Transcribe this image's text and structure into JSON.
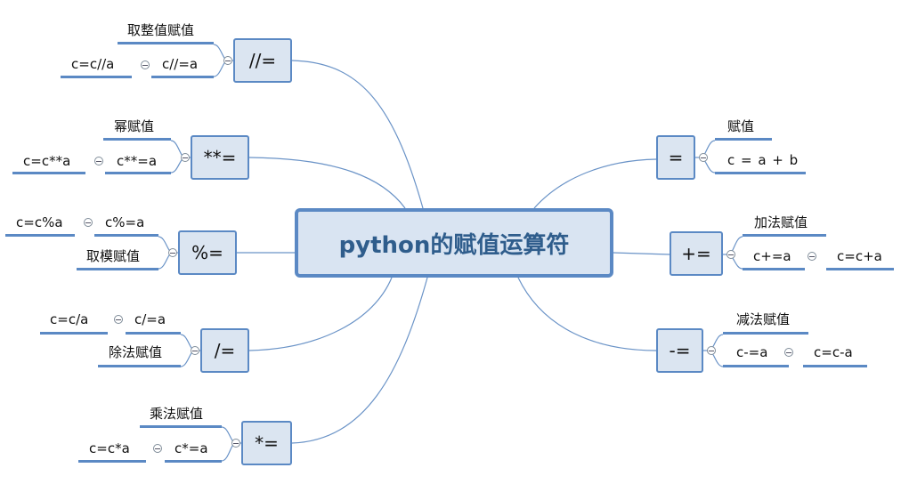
{
  "center": {
    "title": "python的赋值运算符"
  },
  "branches": {
    "floordiv": {
      "op": "//=",
      "desc": "取整值赋值",
      "left": "c=c//a",
      "right": "c//=a"
    },
    "pow": {
      "op": "**=",
      "desc": "幂赋值",
      "left": "c=c**a",
      "right": "c**=a"
    },
    "mod": {
      "op": "%=",
      "desc": "取模赋值",
      "left": "c=c%a",
      "right": "c%=a"
    },
    "div": {
      "op": "/=",
      "desc": "除法赋值",
      "left": "c=c/a",
      "right": "c/=a"
    },
    "mul": {
      "op": "*=",
      "desc": "乘法赋值",
      "left": "c=c*a",
      "right": "c*=a"
    },
    "assign": {
      "op": "=",
      "desc": "赋值",
      "expr": "c = a + b"
    },
    "add": {
      "op": "+=",
      "desc": "加法赋值",
      "left": "c+=a",
      "right": "c=c+a"
    },
    "sub": {
      "op": "-=",
      "desc": "减法赋值",
      "left": "c-=a",
      "right": "c=c-a"
    }
  },
  "colors": {
    "line": "#5b89c4",
    "box_fill": "#dbe5f1",
    "center_fill": "#d9e4f2",
    "title": "#2f5d8c"
  }
}
